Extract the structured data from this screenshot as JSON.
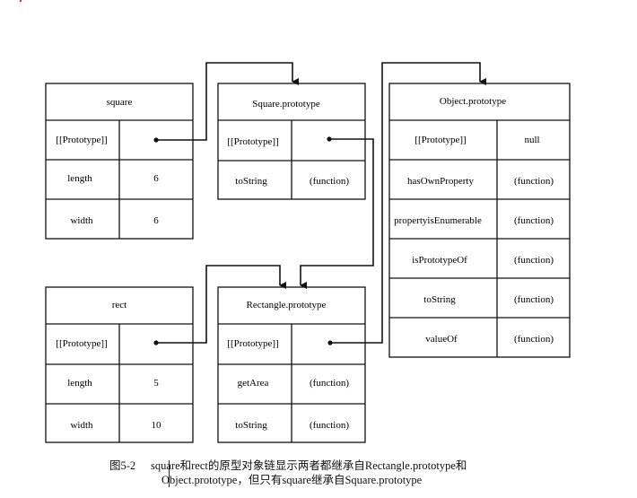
{
  "tables": {
    "square": {
      "title": "square",
      "rows": [
        {
          "key": "[[Prototype]]",
          "value": ""
        },
        {
          "key": "length",
          "value": "6"
        },
        {
          "key": "width",
          "value": "6"
        }
      ]
    },
    "square_prototype": {
      "title": "Square.prototype",
      "rows": [
        {
          "key": "[[Prototype]]",
          "value": ""
        },
        {
          "key": "toString",
          "value": "(function)"
        }
      ]
    },
    "object_prototype": {
      "title": "Object.prototype",
      "rows": [
        {
          "key": "[[Prototype]]",
          "value": "null"
        },
        {
          "key": "hasOwnProperty",
          "value": "(function)"
        },
        {
          "key": "propertyisEnumerable",
          "value": "(function)"
        },
        {
          "key": "isPrototypeOf",
          "value": "(function)"
        },
        {
          "key": "toString",
          "value": "(function)"
        },
        {
          "key": "valueOf",
          "value": "(function)"
        }
      ]
    },
    "rect": {
      "title": "rect",
      "rows": [
        {
          "key": "[[Prototype]]",
          "value": ""
        },
        {
          "key": "length",
          "value": "5"
        },
        {
          "key": "width",
          "value": "10"
        }
      ]
    },
    "rectangle_prototype": {
      "title": "Rectangle.prototype",
      "rows": [
        {
          "key": "[[Prototype]]",
          "value": ""
        },
        {
          "key": "getArea",
          "value": "(function)"
        },
        {
          "key": "toString",
          "value": "(function)"
        }
      ]
    }
  },
  "caption": {
    "figure_label": "图5-2",
    "line1": "square和rect的原型对象链显示两者都继承自Rectangle.prototype和",
    "line2": "Object.prototype，但只有square继承自Square.prototype"
  }
}
